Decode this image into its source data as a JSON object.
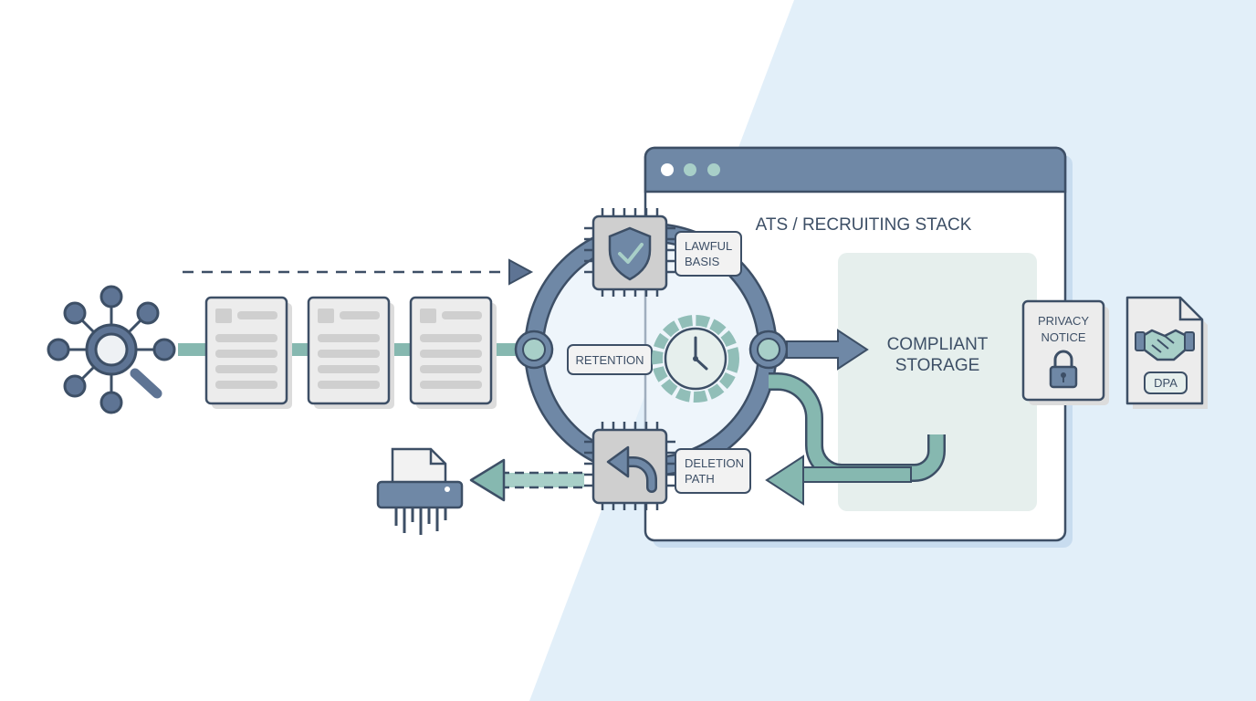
{
  "window": {
    "title": "ATS / RECRUITING STACK"
  },
  "storage": {
    "line1": "COMPLIANT",
    "line2": "STORAGE"
  },
  "chips": {
    "lawful": {
      "line1": "LAWFUL",
      "line2": "BASIS"
    },
    "retention": {
      "label": "RETENTION"
    },
    "deletion": {
      "line1": "DELETION",
      "line2": "PATH"
    }
  },
  "privacy_notice": {
    "line1": "PRIVACY",
    "line2": "NOTICE"
  },
  "dpa": {
    "label": "DPA"
  },
  "colors": {
    "navy": "#5e7494",
    "teal": "#86b8b0",
    "panel_blue": "#e2eff9",
    "light_gray": "#ececec"
  }
}
